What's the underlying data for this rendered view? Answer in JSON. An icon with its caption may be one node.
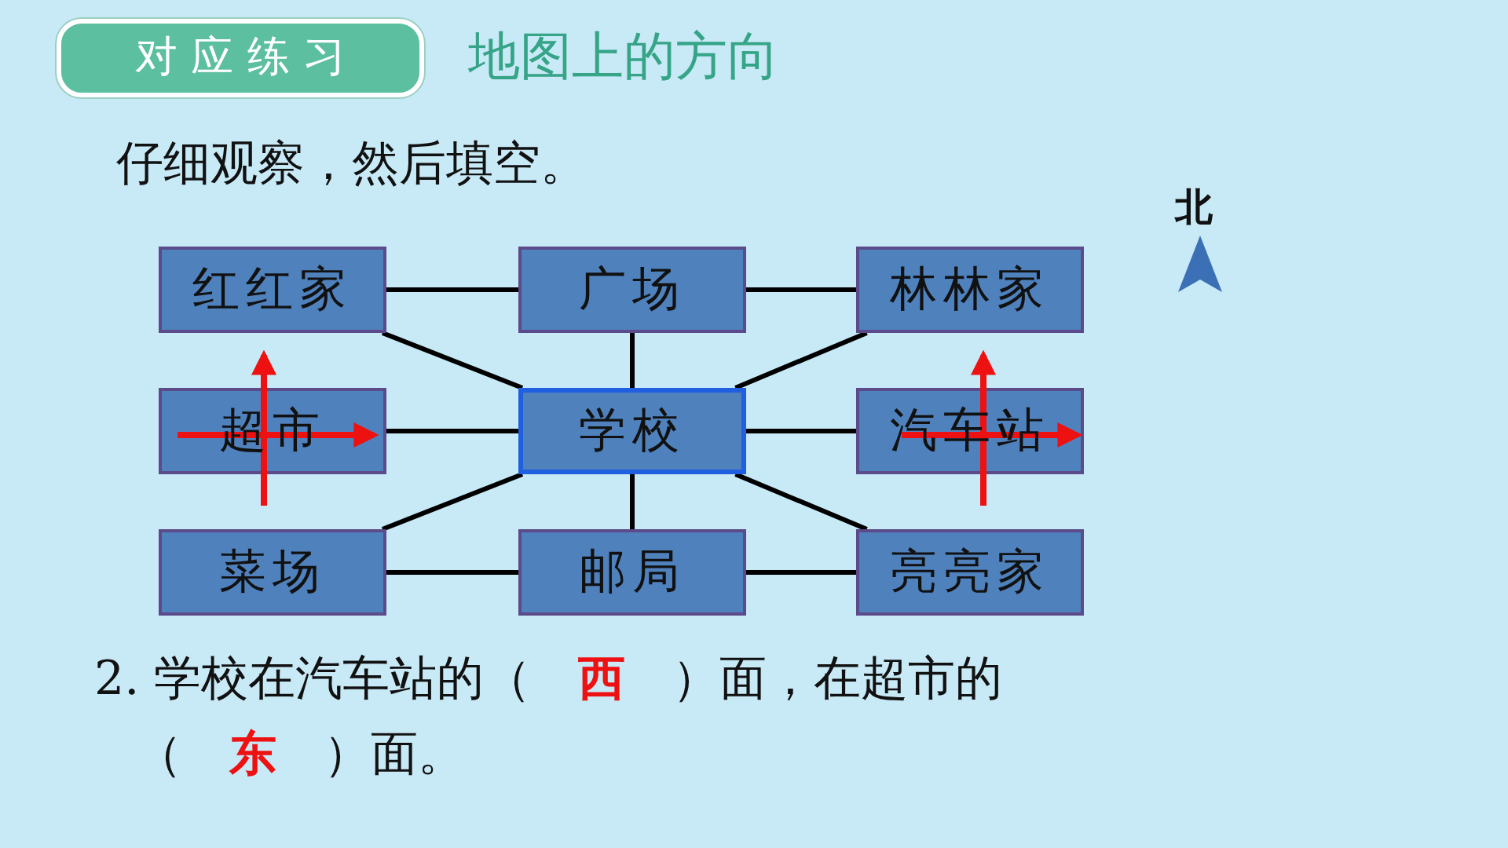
{
  "diagram": {
    "title": "地图上的方向",
    "nodes": [
      {
        "text": [
          "红红家"
        ]
      },
      {
        "text": [
          "广场"
        ]
      },
      {
        "text": [
          "林林家"
        ]
      },
      {
        "text": [
          "超市"
        ]
      },
      {
        "text": [
          "学校"
        ]
      },
      {
        "text": [
          "汽车站"
        ]
      },
      {
        "text": [
          "菜场"
        ]
      },
      {
        "text": [
          "邮局"
        ]
      },
      {
        "text": [
          "亮亮家"
        ]
      }
    ],
    "edges": [
      {
        "from": 0,
        "to": 1,
        "arrow": "none"
      },
      {
        "from": 1,
        "to": 2,
        "arrow": "none"
      },
      {
        "from": 0,
        "to": 4,
        "arrow": "none"
      },
      {
        "from": 1,
        "to": 4,
        "arrow": "none"
      },
      {
        "from": 2,
        "to": 4,
        "arrow": "none"
      },
      {
        "from": 3,
        "to": 4,
        "arrow": "none"
      },
      {
        "from": 4,
        "to": 5,
        "arrow": "none"
      },
      {
        "from": 6,
        "to": 4,
        "arrow": "none"
      },
      {
        "from": 7,
        "to": 4,
        "arrow": "none"
      },
      {
        "from": 8,
        "to": 4,
        "arrow": "none"
      },
      {
        "from": 6,
        "to": 7,
        "arrow": "none"
      },
      {
        "from": 7,
        "to": 8,
        "arrow": "none"
      }
    ],
    "labels": [
      "对 应 练 习",
      "仔细观察，然后填空。",
      "北",
      "2. 学校在汽车站的（",
      "西",
      "）面，在超市的",
      "（",
      "东",
      "）面。"
    ]
  }
}
